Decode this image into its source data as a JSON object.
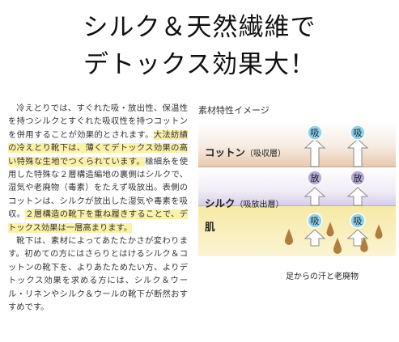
{
  "headline": {
    "line1": "シルク＆天然繊維で",
    "line2": "デトックス効果大！"
  },
  "body": {
    "p1_a": "冷えとりでは、すぐれた吸・放出性、保温性を持つシルクとすぐれた吸収性を持つコットンを併用することが効果的とされます。",
    "p1_b_highlight": "大法紡績の冷えとり靴下は、薄くてデトックス効果の高い特殊な生地でつくられています。",
    "p1_c": "極細糸を使用した特殊な２層構造編地の裏側はシルクで、湿気や老廃物（毒素）をたえず吸放出。表側のコットンは、シルクが放出した湿気や毒素を吸収。",
    "p1_d_highlight": "２層構造の靴下を重ね履きすることで、デトックス効果は一層高まります。",
    "p2": "靴下は、素材によってあたたかさが変わります。初めての方にはさらりとはけるシルク＆コットンの靴下を、よりあたためたい方、よりデトックス効果を求める方には、シルク＆ウール・リネンやシルク＆ウールの靴下が断然おすすめです。"
  },
  "diagram": {
    "title": "素材特性イメージ",
    "cotton_label": "コットン",
    "cotton_sub": "（吸収層）",
    "silk_label": "シルク",
    "silk_sub": "（吸放出層）",
    "skin_label": "肌",
    "absorb_char": "吸",
    "release_char": "放",
    "caption": "足からの汗と老廃物",
    "colors": {
      "circle_blue": "#8fd3ec",
      "circle_purple": "#b7aad6",
      "arrow": "#ffffff",
      "arrow_stroke": "#888888",
      "drop": "#b07d3e"
    }
  }
}
